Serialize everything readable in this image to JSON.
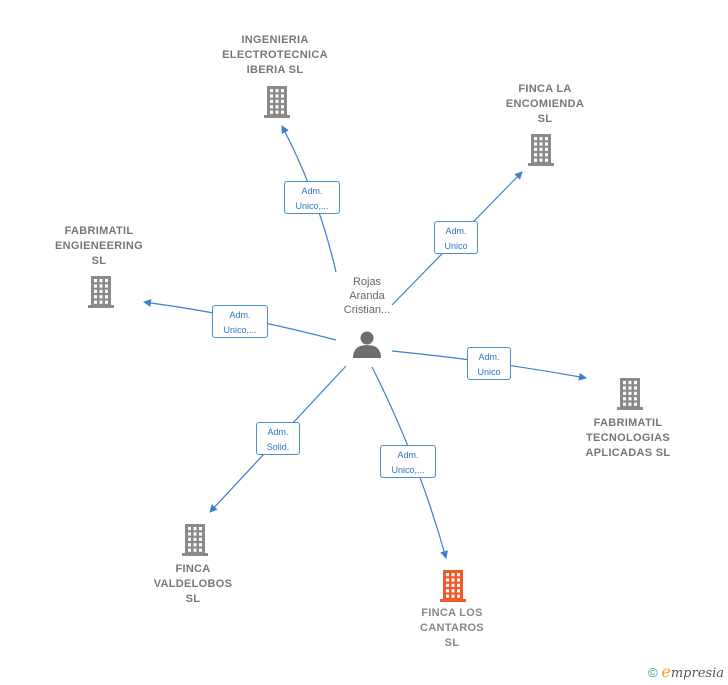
{
  "center": {
    "name_lines": [
      "Rojas",
      "Aranda",
      "Cristian..."
    ],
    "icon": "person-icon"
  },
  "companies": [
    {
      "id": "ingenieria",
      "lines": [
        "INGENIERIA",
        "ELECTROTECNICA",
        "IBERIA  SL"
      ],
      "icon": "building-icon",
      "color": "#8a8a8a"
    },
    {
      "id": "finca-la-encomienda",
      "lines": [
        "FINCA LA",
        "ENCOMIENDA",
        "SL"
      ],
      "icon": "building-icon",
      "color": "#8a8a8a"
    },
    {
      "id": "fabrimatil-engineering",
      "lines": [
        "FABRIMATIL",
        "ENGIENEERING",
        "SL"
      ],
      "icon": "building-icon",
      "color": "#8a8a8a"
    },
    {
      "id": "fabrimatil-tecnologias",
      "lines": [
        "FABRIMATIL",
        "TECNOLOGIAS",
        "APLICADAS  SL"
      ],
      "icon": "building-icon",
      "color": "#8a8a8a"
    },
    {
      "id": "finca-valdelobos",
      "lines": [
        "FINCA",
        "VALDELOBOS",
        "SL"
      ],
      "icon": "building-icon",
      "color": "#8a8a8a"
    },
    {
      "id": "finca-los-cantaros",
      "lines": [
        "FINCA LOS",
        "CANTAROS",
        "SL"
      ],
      "icon": "building-icon",
      "color": "#f0592a"
    }
  ],
  "edges": [
    {
      "to": "ingenieria",
      "lines": [
        "Adm.",
        "Unico,..."
      ]
    },
    {
      "to": "finca-la-encomienda",
      "lines": [
        "Adm.",
        "Unico"
      ]
    },
    {
      "to": "fabrimatil-engineering",
      "lines": [
        "Adm.",
        "Unico,..."
      ]
    },
    {
      "to": "fabrimatil-tecnologias",
      "lines": [
        "Adm.",
        "Unico"
      ]
    },
    {
      "to": "finca-valdelobos",
      "lines": [
        "Adm.",
        "Solid."
      ]
    },
    {
      "to": "finca-los-cantaros",
      "lines": [
        "Adm.",
        "Unico,..."
      ]
    }
  ],
  "colors": {
    "edge": "#3a7fd0",
    "label": "#777777"
  },
  "footer": {
    "copyright": "©",
    "brand_initial": "e",
    "brand_rest": "mpresia"
  }
}
